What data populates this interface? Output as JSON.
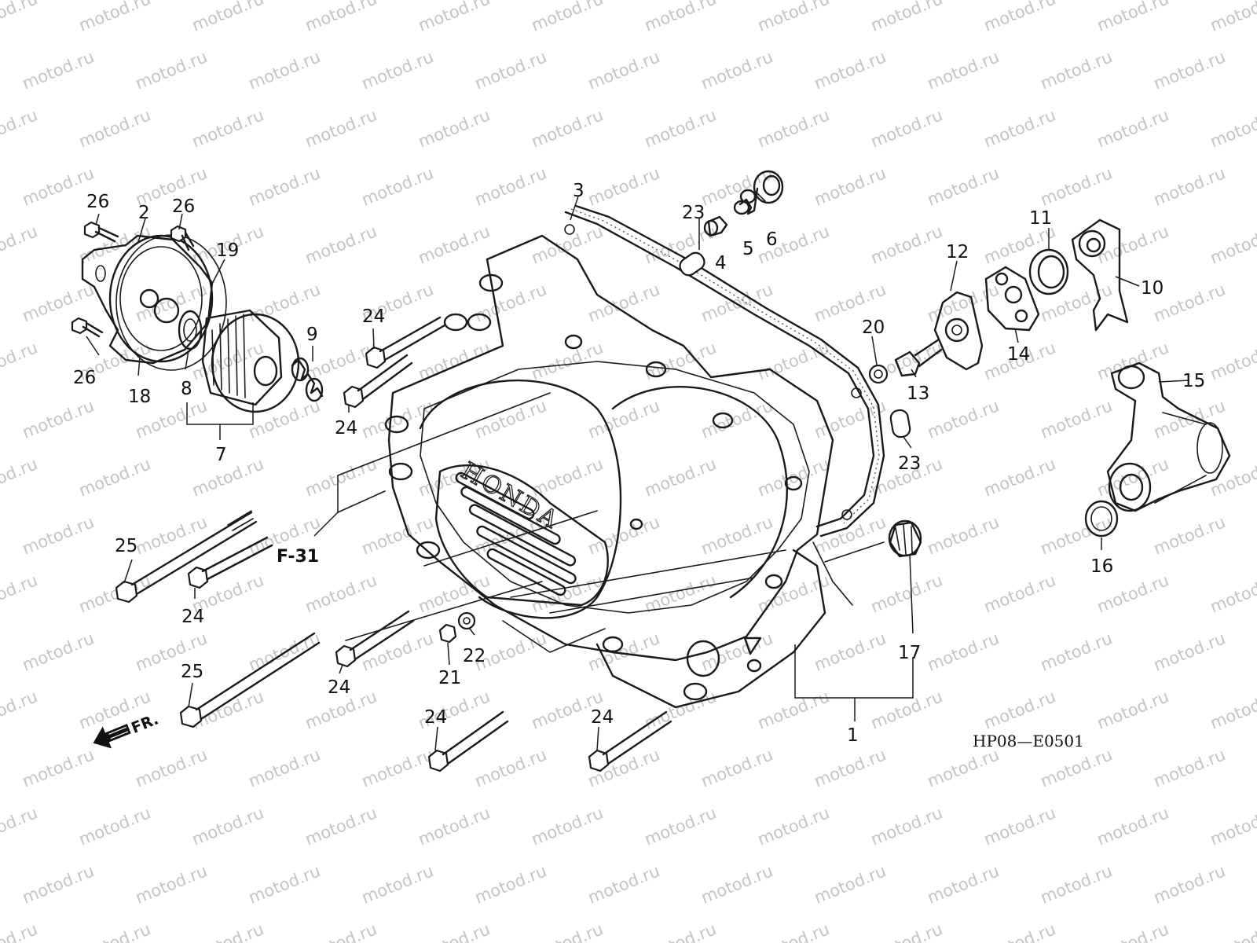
{
  "watermark": {
    "text": "motod.ru"
  },
  "diagram": {
    "code": "HP08—E0501",
    "front_label": "FR.",
    "reference": "F-31",
    "logo_text": "HONDA"
  },
  "callouts": [
    "1",
    "2",
    "3",
    "4",
    "5",
    "6",
    "7",
    "8",
    "9",
    "10",
    "11",
    "12",
    "13",
    "14",
    "15",
    "16",
    "17",
    "18",
    "19",
    "20",
    "21",
    "22",
    "23",
    "23",
    "24",
    "24",
    "24",
    "24",
    "24",
    "24",
    "24",
    "25",
    "25",
    "26",
    "26",
    "26"
  ]
}
